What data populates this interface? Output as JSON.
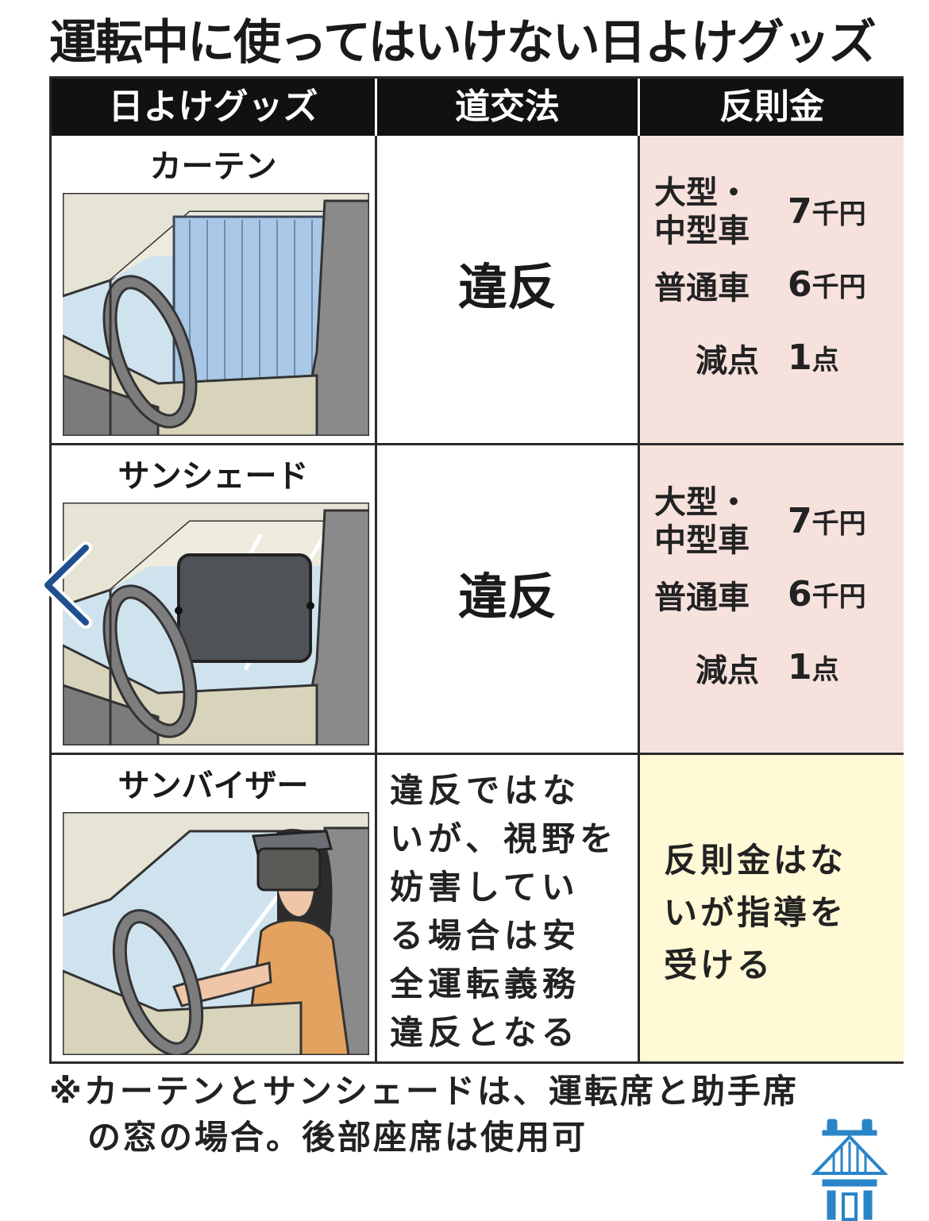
{
  "title": "運転中に使ってはいけない日よけグッズ",
  "headers": [
    "日よけグッズ",
    "道交法",
    "反則金"
  ],
  "rows": [
    {
      "item": "カーテン",
      "law": "違反",
      "fines": [
        {
          "label_line1": "大型・",
          "label_line2": "中型車",
          "amount": "7",
          "unit": "千円"
        },
        {
          "label": "普通車",
          "amount": "6",
          "unit": "千円"
        },
        {
          "label": "減点",
          "amount": "1",
          "unit": "点"
        }
      ]
    },
    {
      "item": "サンシェード",
      "law": "違反",
      "fines": [
        {
          "label_line1": "大型・",
          "label_line2": "中型車",
          "amount": "7",
          "unit": "千円"
        },
        {
          "label": "普通車",
          "amount": "6",
          "unit": "千円"
        },
        {
          "label": "減点",
          "amount": "1",
          "unit": "点"
        }
      ]
    },
    {
      "item": "サンバイザー",
      "law_lines": [
        "違反ではな",
        "いが、視野を",
        "妨害してい",
        "る場合は安",
        "全運転義務",
        "違反となる"
      ],
      "fine_lines": [
        "反則金はな",
        "いが指導を",
        "受ける"
      ]
    }
  ],
  "footnote": {
    "line1": "※カーテンとサンシェードは、運転席と助手席",
    "line2": "の窓の場合。後部座席は使用可"
  },
  "colors": {
    "header_bg": "#111111",
    "fine_bg": "#f6e1dd",
    "no_fine_bg": "#fff9d6",
    "curtain": "#a9c7e6",
    "sunshade": "#4f5358",
    "shirt": "#e3a25f",
    "accent_blue": "#1e4f8f"
  },
  "icons": [
    "back-arrow-icon",
    "mascot-logo-icon"
  ]
}
